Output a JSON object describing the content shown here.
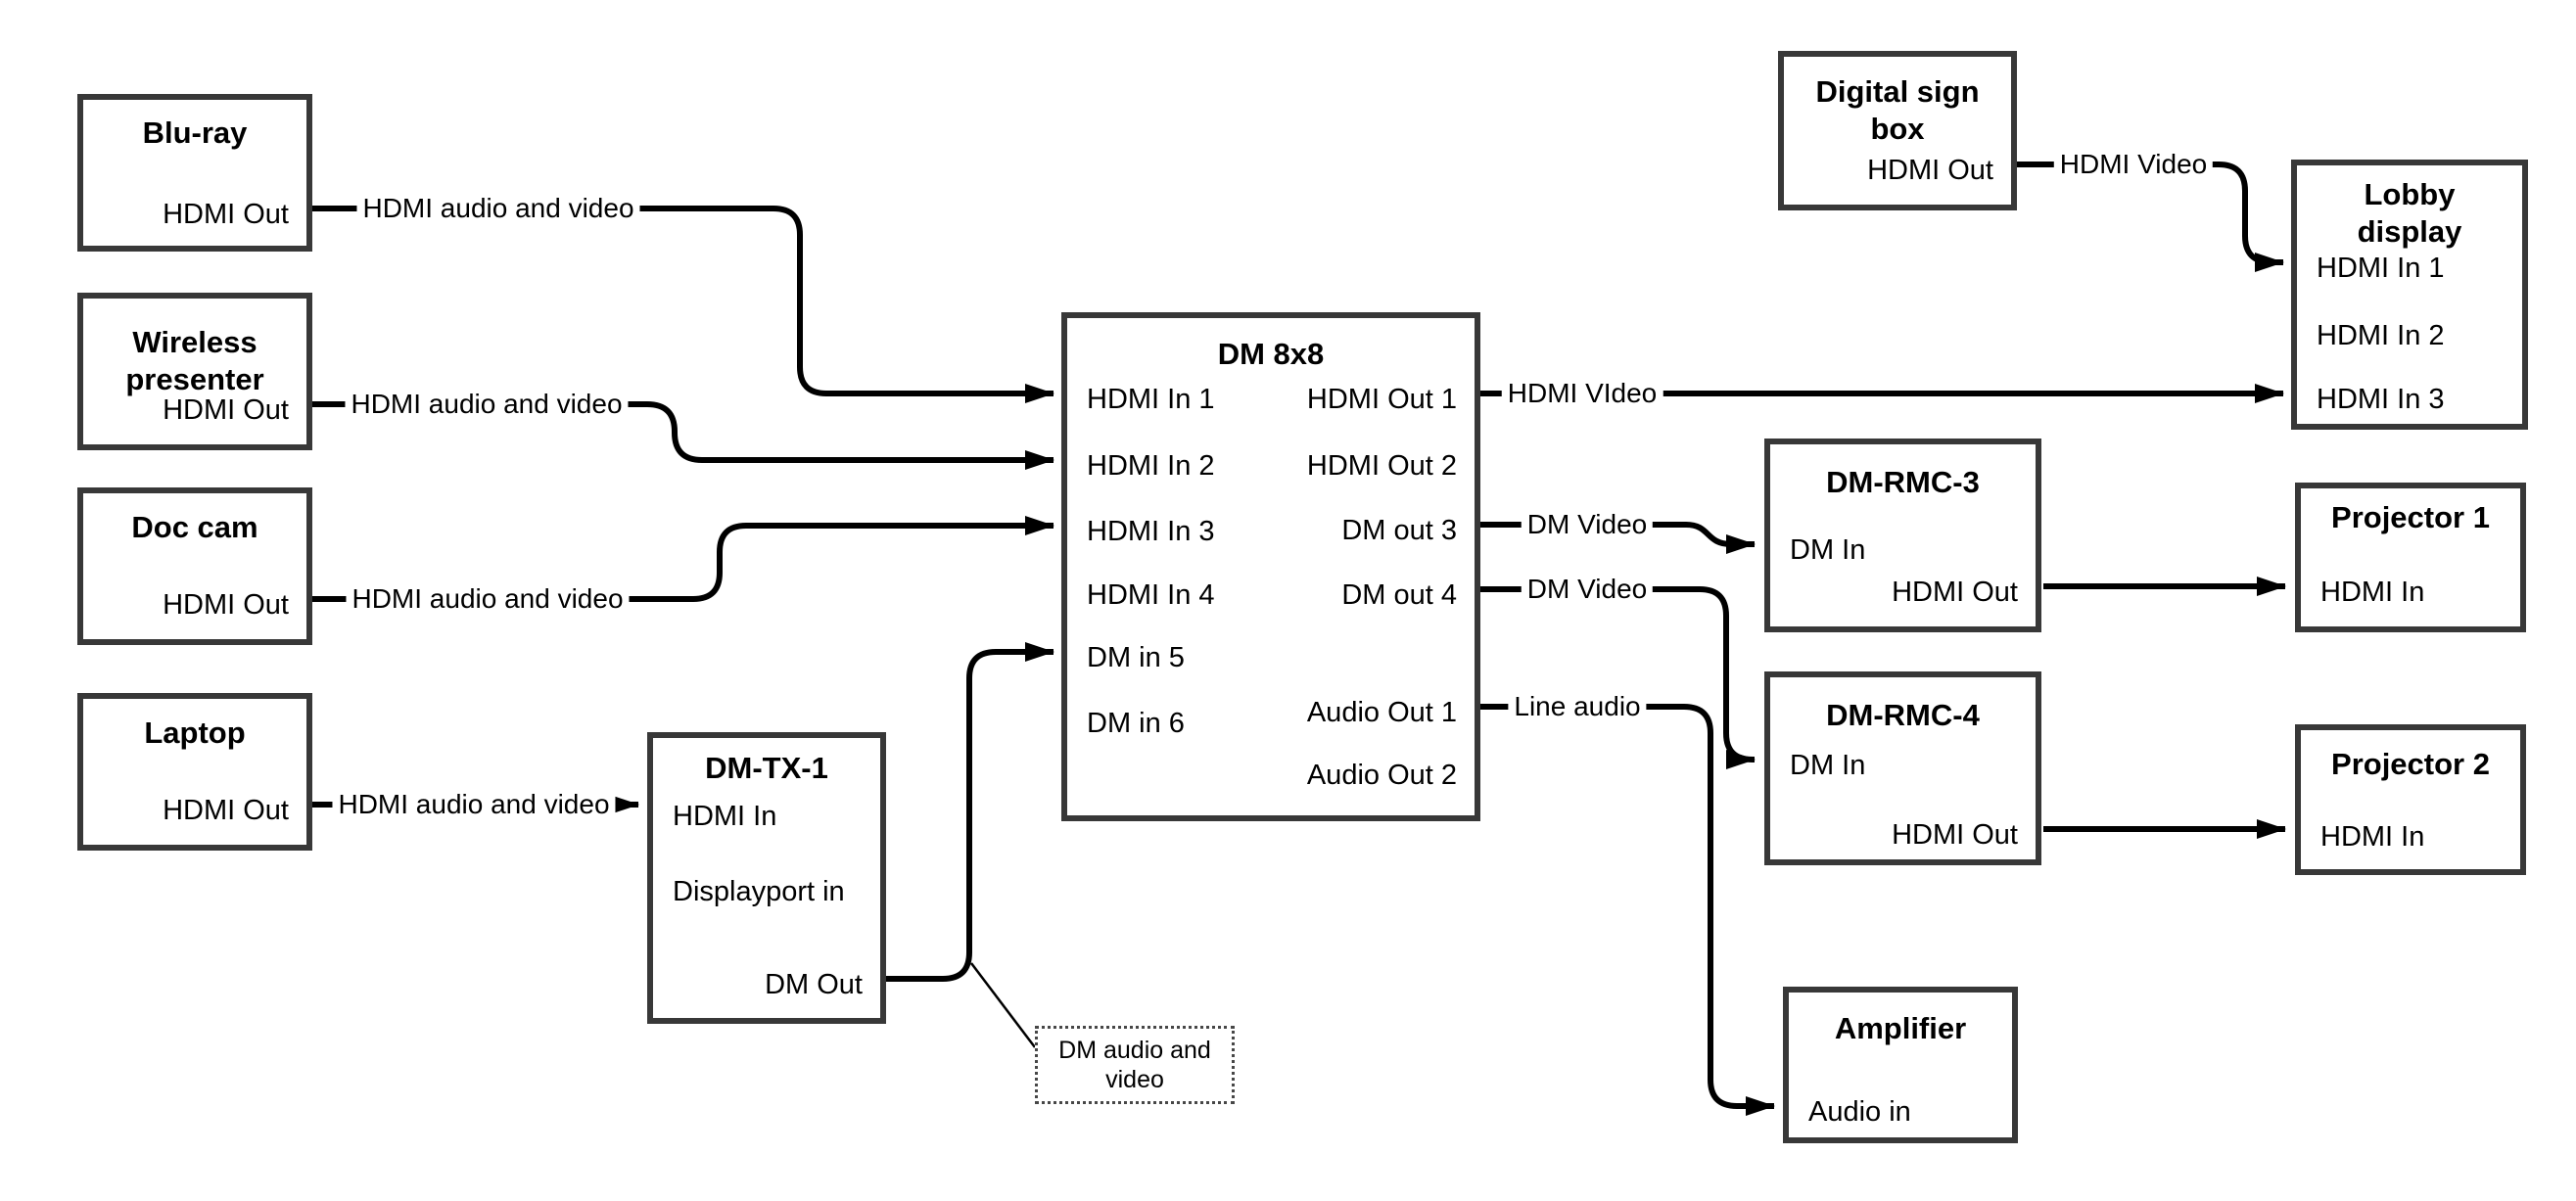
{
  "colors": {
    "background": "#ffffff",
    "wire": "#000000",
    "box_border": "#383838",
    "text": "#000000"
  },
  "nodes": {
    "bluray": {
      "title": "Blu-ray",
      "port1": "HDMI Out"
    },
    "wireless": {
      "title": "Wireless presenter",
      "port1": "HDMI Out"
    },
    "doccam": {
      "title": "Doc cam",
      "port1": "HDMI Out"
    },
    "laptop": {
      "title": "Laptop",
      "port1": "HDMI Out"
    },
    "dmtx1": {
      "title": "DM-TX-1",
      "port1": "HDMI In",
      "port2": "Displayport in",
      "port3": "DM Out"
    },
    "dm8x8": {
      "title": "DM 8x8",
      "in1": "HDMI In 1",
      "in2": "HDMI In 2",
      "in3": "HDMI In 3",
      "in4": "HDMI In 4",
      "in5": "DM in 5",
      "in6": "DM in 6",
      "out1": "HDMI Out 1",
      "out2": "HDMI Out 2",
      "out3": "DM out 3",
      "out4": "DM out 4",
      "audio1": "Audio Out 1",
      "audio2": "Audio Out 2"
    },
    "signbox": {
      "title": "Digital sign box",
      "port1": "HDMI Out"
    },
    "lobby": {
      "title": "Lobby display",
      "in1": "HDMI In 1",
      "in2": "HDMI In 2",
      "in3": "HDMI In 3"
    },
    "rmc3": {
      "title": "DM-RMC-3",
      "port1": "DM In",
      "port2": "HDMI Out"
    },
    "proj1": {
      "title": "Projector 1",
      "port1": "HDMI In"
    },
    "rmc4": {
      "title": "DM-RMC-4",
      "port1": "DM In",
      "port2": "HDMI Out"
    },
    "proj2": {
      "title": "Projector 2",
      "port1": "HDMI In"
    },
    "amp": {
      "title": "Amplifier",
      "port1": "Audio in"
    }
  },
  "edge_labels": {
    "bluray_link": "HDMI audio and video",
    "wireless_link": "HDMI audio and video",
    "doccam_link": "HDMI audio and video",
    "laptop_link": "HDMI audio and video",
    "hdmi_out1_link": "HDMI VIdeo",
    "signbox_link": "HDMI Video",
    "dm_out3_link": "DM Video",
    "dm_out4_link": "DM Video",
    "audio_out1_link": "Line audio",
    "dm_av_callout": "DM audio and video"
  }
}
